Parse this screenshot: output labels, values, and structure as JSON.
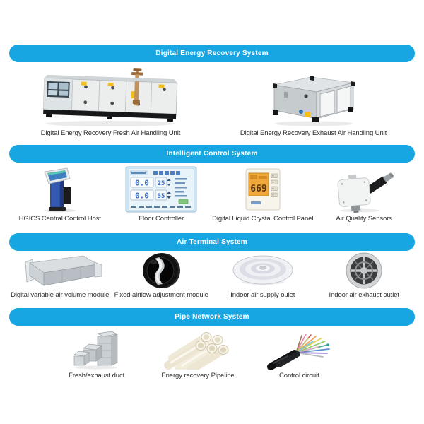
{
  "theme": {
    "banner_color": "#18a6e3",
    "banner_text_color": "#ffffff",
    "label_color": "#2d2d2d"
  },
  "sections": [
    {
      "title": "Digital Energy Recovery System",
      "products": [
        {
          "name": "Digital Energy Recovery Fresh Air Handling Unit",
          "icon": "fresh-air-handling-unit"
        },
        {
          "name": "Digital Energy Recovery Exhaust Air Handling Unit",
          "icon": "exhaust-air-handling-unit"
        }
      ]
    },
    {
      "title": "Intelligent Control System",
      "products": [
        {
          "name": "HGICS Central Control Host",
          "icon": "central-control-host-kiosk"
        },
        {
          "name": "Floor Controller",
          "icon": "floor-controller-panel",
          "display": {
            "temp_value": "0.0",
            "temp_setpoint": "25",
            "humidity_value": "0.0",
            "humidity_setpoint": "55"
          }
        },
        {
          "name": "Digital Liquid Crystal Control Panel",
          "icon": "lcd-control-panel",
          "display": {
            "reading": "669"
          }
        },
        {
          "name": "Air Quality Sensors",
          "icon": "duct-air-quality-sensor"
        }
      ]
    },
    {
      "title": "Air Terminal System",
      "products": [
        {
          "name": "Digital variable air volume module",
          "icon": "variable-air-volume-module"
        },
        {
          "name": "Fixed airflow adjustment module",
          "icon": "fixed-airflow-damper"
        },
        {
          "name": "Indoor air supply oulet",
          "icon": "ceiling-supply-diffuser"
        },
        {
          "name": "Indoor air exhaust outlet",
          "icon": "round-exhaust-vent"
        }
      ]
    },
    {
      "title": "Pipe Network System",
      "products": [
        {
          "name": "Fresh/exhaust duct",
          "icon": "galvanized-duct"
        },
        {
          "name": "Energy recovery Pipeline",
          "icon": "pvc-pipe-bundle"
        },
        {
          "name": "Control circuit",
          "icon": "multicore-control-cable"
        }
      ]
    }
  ]
}
